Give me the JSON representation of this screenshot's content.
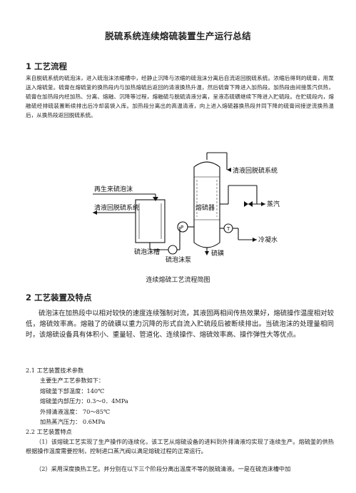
{
  "doc": {
    "title": "脱硫系统连续熔硫装置生产运行总结",
    "section1_heading": "1  工艺流程",
    "section1_text": "来自脱硫系统的硫泡沫，进入硫泡沫浓缩槽中，经静止沉降与浓缩的硫泡沫分离后自流返回脱硫系统。浓缩后得到的硫膏，用泵送入熔硫釜。硫膏在熔硫釜的换热段内与加热熔硫后返回的清液换热升温，然后硫膏下降进入加热段。加热段由间接蒸汽供热，硫膏在加热段内经加热、分离、熔融、沉降等过程，熔融硫与脱硫清液分离，呈液态硫磺继续下降进入贮硫段。在贮硫段内，熔融硫经排硫装置断续排出后冷却装袋入库。加热段分离出的高温清液，向上进入熔硫器换热段并同下降的硫膏间接逆流换热温后，从换热段返回脱硫系统。",
    "figure_caption": "连续熔硫工艺流程简图",
    "section2_heading": "2  工艺装置及特点",
    "section2_text": "硫泡沫在加热段中以相对较快的速度连续强制对流，其液固两相间传热效果好，熔硫操作温度相对较低，熔硫效率高。熔融了的硫磺以重力沉降的形式自流入贮硫段后被断续排出。当硫泡沫的处理量相同时，该熔硫设备具有体积小、重量轻、管道化、连续操作、熔硫效率高、操作弹性大等优点。",
    "s21_heading": "2.1  工艺装置技术参数",
    "s21_intro": "主要生产工艺参数如下：",
    "params": [
      "熔硫釜下部温度：140℃",
      "熔硫釜内部压力：0.3～0．4MPa",
      "外排清液温度：    70～85℃",
      "加热蒸汽压力：    0.6MPa"
    ],
    "s22_heading": "2.2  工艺装置特点",
    "s22_p1": "（1）该熔硫工艺实现了生产操作的连续化，该工艺从熔硫设备的进料到外排清液均实现了连续生产。熔硫釜的供热根据操作温度需要控制，控制进口蒸汽阀以满足熔硫过程的正常运行。",
    "s22_p2": "（2）采用深度换热工艺。并分别在以下三个阶段分离出温度不等的脱硫清液。一是在硫泡沫槽中加"
  },
  "diagram": {
    "label_clear_return_top": "清液回脱硫系统",
    "label_regen_foam": "再生来硫泡沫",
    "label_clear_return_left": "清液回脱硫系统",
    "label_melter": "熔硫器",
    "label_steam": "蒸汽",
    "label_condensate": "冷凝水",
    "label_foam_tank": "硫泡沫槽",
    "label_foam_pump": "硫泡沫泵",
    "label_sulfur": "硫磺",
    "label_pump_p": "P",
    "label_gauge_t": "T"
  }
}
